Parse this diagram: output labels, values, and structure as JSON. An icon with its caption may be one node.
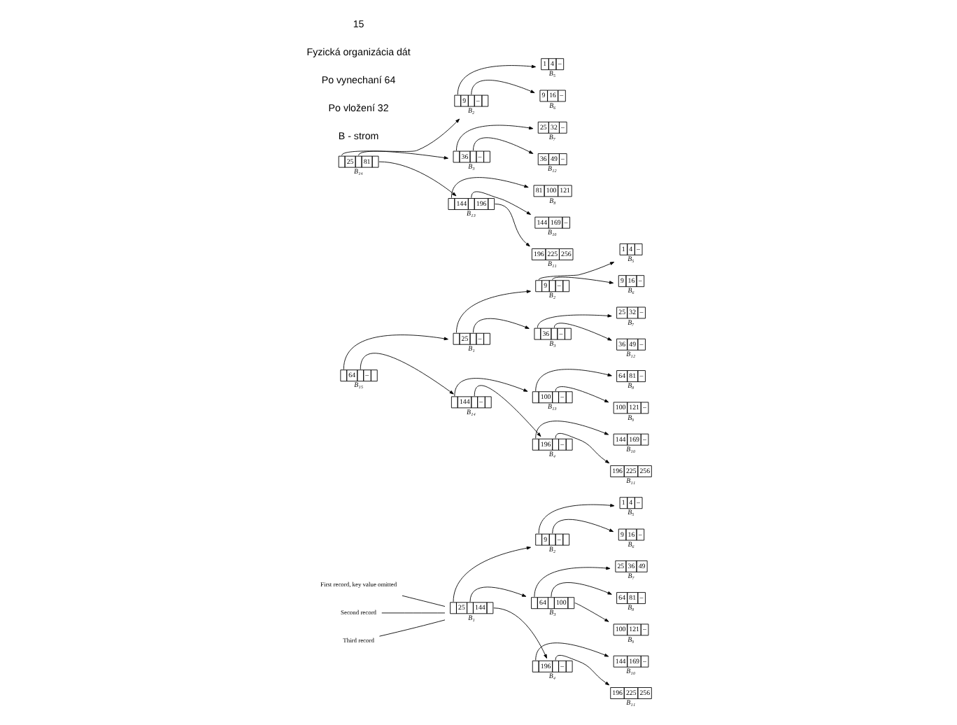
{
  "diagram": {
    "nodes": [
      {
        "text": [
          "First record, key value omitted"
        ]
      },
      {
        "text": [
          "Second record"
        ]
      },
      {
        "text": [
          "Third record"
        ]
      },
      {
        "text": [
          "25",
          "144"
        ],
        "beside": [
          "B₁"
        ]
      },
      {
        "text": [
          "9",
          "–"
        ],
        "beside": [
          "B₂"
        ]
      },
      {
        "text": [
          "64",
          "100"
        ],
        "beside": [
          "B₃"
        ]
      },
      {
        "text": [
          "196",
          "–"
        ],
        "beside": [
          "B₄"
        ]
      },
      {
        "text": [
          "1",
          "4",
          "–"
        ],
        "beside": [
          "B₅"
        ]
      },
      {
        "text": [
          "9",
          "16",
          "–"
        ],
        "beside": [
          "B₆"
        ]
      },
      {
        "text": [
          "25",
          "36",
          "49"
        ],
        "beside": [
          "B₇"
        ]
      },
      {
        "text": [
          "64",
          "81",
          "–"
        ],
        "beside": [
          "B₈"
        ]
      },
      {
        "text": [
          "100",
          "121",
          "–"
        ],
        "beside": [
          "B₉"
        ]
      },
      {
        "text": [
          "144",
          "169",
          "–"
        ],
        "beside": [
          "B₁₀"
        ]
      },
      {
        "text": [
          "196",
          "225",
          "256"
        ],
        "beside": [
          "B₁₁"
        ]
      },
      {
        "text": [
          "64",
          "–"
        ],
        "beside": [
          "B₁₅"
        ]
      },
      {
        "text": [
          "25",
          "–"
        ],
        "beside": [
          "B₁"
        ]
      },
      {
        "text": [
          "144",
          "–"
        ],
        "beside": [
          "B₁₄"
        ]
      },
      {
        "text": [
          "9",
          "–"
        ],
        "beside": [
          "B₂"
        ]
      },
      {
        "text": [
          "36",
          "–"
        ],
        "beside": [
          "B₃"
        ]
      },
      {
        "text": [
          "100",
          "–"
        ],
        "beside": [
          "B₁₃"
        ]
      },
      {
        "text": [
          "196",
          "–"
        ],
        "beside": [
          "B₄"
        ]
      },
      {
        "text": [
          "1",
          "4",
          "–"
        ],
        "beside": [
          "B₅"
        ]
      },
      {
        "text": [
          "9",
          "16",
          "–"
        ],
        "beside": [
          "B₆"
        ]
      },
      {
        "text": [
          "25",
          "32",
          "–"
        ],
        "beside": [
          "B₇"
        ]
      },
      {
        "text": [
          "36",
          "49",
          "–"
        ],
        "beside": [
          "B₁₂"
        ]
      },
      {
        "text": [
          "64",
          "81",
          "–"
        ],
        "beside": [
          "B₈"
        ]
      },
      {
        "text": [
          "100",
          "121",
          "–"
        ],
        "beside": [
          "B₉"
        ]
      },
      {
        "text": [
          "144",
          "169",
          "–"
        ],
        "beside": [
          "B₁₀"
        ]
      },
      {
        "text": [
          "196",
          "225",
          "256"
        ],
        "beside": [
          "B₁₁"
        ]
      },
      {
        "text": [
          "25",
          "81"
        ],
        "beside": [
          "B₁₄"
        ]
      },
      {
        "text": [
          "9",
          "–"
        ],
        "beside": [
          "B₂"
        ]
      },
      {
        "text": [
          "36",
          "–"
        ],
        "beside": [
          "B₃"
        ]
      },
      {
        "text": [
          "144",
          "196"
        ],
        "beside": [
          "B₁₃"
        ]
      },
      {
        "text": [
          "1",
          "4",
          "–"
        ],
        "beside": [
          "B₅"
        ]
      },
      {
        "text": [
          "9",
          "16",
          "–"
        ],
        "beside": [
          "B₆"
        ]
      },
      {
        "text": [
          "25",
          "32",
          "–"
        ],
        "beside": [
          "B₇"
        ]
      },
      {
        "text": [
          "36",
          "49",
          "–"
        ],
        "beside": [
          "B₁₂"
        ]
      },
      {
        "text": [
          "81",
          "100",
          "121"
        ],
        "beside": [
          "B₈"
        ]
      },
      {
        "text": [
          "144",
          "169",
          "–"
        ],
        "beside": [
          "B₁₀"
        ]
      },
      {
        "text": [
          "196",
          "225",
          "256"
        ],
        "beside": [
          "B₁₁"
        ]
      }
    ],
    "edges": [
      {
        "from": 0,
        "to": 3,
        "arrow": "none"
      },
      {
        "from": 1,
        "to": 3,
        "arrow": "none"
      },
      {
        "from": 2,
        "to": 3,
        "arrow": "none"
      },
      {
        "from": 3,
        "to": 4,
        "arrow": "to"
      },
      {
        "from": 3,
        "to": 5,
        "arrow": "to"
      },
      {
        "from": 3,
        "to": 6,
        "arrow": "to"
      },
      {
        "from": 4,
        "to": 7,
        "arrow": "to"
      },
      {
        "from": 4,
        "to": 8,
        "arrow": "to"
      },
      {
        "from": 5,
        "to": 9,
        "arrow": "to"
      },
      {
        "from": 5,
        "to": 10,
        "arrow": "to"
      },
      {
        "from": 5,
        "to": 11,
        "arrow": "to"
      },
      {
        "from": 6,
        "to": 12,
        "arrow": "to"
      },
      {
        "from": 6,
        "to": 13,
        "arrow": "to"
      },
      {
        "from": 14,
        "to": 15,
        "arrow": "to"
      },
      {
        "from": 14,
        "to": 16,
        "arrow": "to"
      },
      {
        "from": 15,
        "to": 17,
        "arrow": "to"
      },
      {
        "from": 15,
        "to": 18,
        "arrow": "to"
      },
      {
        "from": 16,
        "to": 19,
        "arrow": "to"
      },
      {
        "from": 16,
        "to": 20,
        "arrow": "to"
      },
      {
        "from": 17,
        "to": 21,
        "arrow": "to"
      },
      {
        "from": 17,
        "to": 22,
        "arrow": "to"
      },
      {
        "from": 18,
        "to": 23,
        "arrow": "to"
      },
      {
        "from": 18,
        "to": 24,
        "arrow": "to"
      },
      {
        "from": 19,
        "to": 25,
        "arrow": "to"
      },
      {
        "from": 19,
        "to": 26,
        "arrow": "to"
      },
      {
        "from": 20,
        "to": 27,
        "arrow": "to"
      },
      {
        "from": 20,
        "to": 28,
        "arrow": "to"
      },
      {
        "from": 29,
        "to": 30,
        "arrow": "to"
      },
      {
        "from": 29,
        "to": 31,
        "arrow": "to"
      },
      {
        "from": 29,
        "to": 32,
        "arrow": "to"
      },
      {
        "from": 30,
        "to": 33,
        "arrow": "to"
      },
      {
        "from": 30,
        "to": 34,
        "arrow": "to"
      },
      {
        "from": 31,
        "to": 35,
        "arrow": "to"
      },
      {
        "from": 31,
        "to": 36,
        "arrow": "to"
      },
      {
        "from": 32,
        "to": 37,
        "arrow": "to"
      },
      {
        "from": 32,
        "to": 38,
        "arrow": "to"
      },
      {
        "from": 32,
        "to": 39,
        "arrow": "to"
      }
    ],
    "labels": [
      "B - strom",
      "Po vložení 32",
      "Po vynechaní 64",
      "Fyzická organizácia dát",
      "15"
    ]
  }
}
